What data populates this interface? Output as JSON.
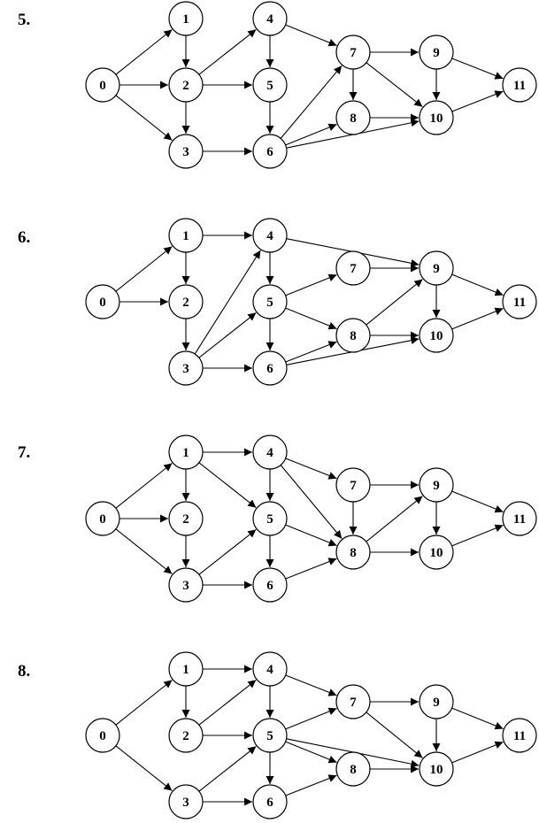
{
  "problems": [
    {
      "label": "5.",
      "nodes": [
        "0",
        "1",
        "2",
        "3",
        "4",
        "5",
        "6",
        "7",
        "8",
        "9",
        "10",
        "11"
      ],
      "edges": [
        [
          0,
          1
        ],
        [
          0,
          2
        ],
        [
          0,
          3
        ],
        [
          1,
          2
        ],
        [
          2,
          3
        ],
        [
          2,
          4
        ],
        [
          2,
          5
        ],
        [
          3,
          6
        ],
        [
          4,
          5
        ],
        [
          4,
          7
        ],
        [
          5,
          6
        ],
        [
          6,
          7
        ],
        [
          6,
          8
        ],
        [
          6,
          10
        ],
        [
          7,
          8
        ],
        [
          7,
          9
        ],
        [
          7,
          10
        ],
        [
          8,
          10
        ],
        [
          9,
          10
        ],
        [
          9,
          11
        ],
        [
          10,
          11
        ]
      ]
    },
    {
      "label": "6.",
      "nodes": [
        "0",
        "1",
        "2",
        "3",
        "4",
        "5",
        "6",
        "7",
        "8",
        "9",
        "10",
        "11"
      ],
      "edges": [
        [
          0,
          1
        ],
        [
          0,
          2
        ],
        [
          1,
          2
        ],
        [
          1,
          4
        ],
        [
          2,
          3
        ],
        [
          3,
          4
        ],
        [
          3,
          5
        ],
        [
          3,
          6
        ],
        [
          4,
          5
        ],
        [
          4,
          9
        ],
        [
          5,
          6
        ],
        [
          5,
          7
        ],
        [
          5,
          8
        ],
        [
          6,
          8
        ],
        [
          6,
          10
        ],
        [
          7,
          9
        ],
        [
          8,
          9
        ],
        [
          8,
          10
        ],
        [
          9,
          10
        ],
        [
          9,
          11
        ],
        [
          10,
          11
        ]
      ]
    },
    {
      "label": "7.",
      "nodes": [
        "0",
        "1",
        "2",
        "3",
        "4",
        "5",
        "6",
        "7",
        "8",
        "9",
        "10",
        "11"
      ],
      "edges": [
        [
          0,
          1
        ],
        [
          0,
          2
        ],
        [
          0,
          3
        ],
        [
          1,
          2
        ],
        [
          1,
          4
        ],
        [
          1,
          5
        ],
        [
          2,
          3
        ],
        [
          3,
          5
        ],
        [
          3,
          6
        ],
        [
          4,
          5
        ],
        [
          4,
          7
        ],
        [
          4,
          8
        ],
        [
          5,
          6
        ],
        [
          5,
          8
        ],
        [
          6,
          8
        ],
        [
          7,
          8
        ],
        [
          7,
          9
        ],
        [
          8,
          9
        ],
        [
          8,
          10
        ],
        [
          9,
          10
        ],
        [
          9,
          11
        ],
        [
          10,
          11
        ]
      ]
    },
    {
      "label": "8.",
      "nodes": [
        "0",
        "1",
        "2",
        "3",
        "4",
        "5",
        "6",
        "7",
        "8",
        "9",
        "10",
        "11"
      ],
      "edges": [
        [
          0,
          1
        ],
        [
          0,
          3
        ],
        [
          1,
          2
        ],
        [
          1,
          4
        ],
        [
          2,
          4
        ],
        [
          2,
          5
        ],
        [
          3,
          5
        ],
        [
          3,
          6
        ],
        [
          4,
          5
        ],
        [
          4,
          7
        ],
        [
          5,
          6
        ],
        [
          5,
          7
        ],
        [
          5,
          8
        ],
        [
          5,
          10
        ],
        [
          6,
          8
        ],
        [
          7,
          9
        ],
        [
          7,
          10
        ],
        [
          8,
          10
        ],
        [
          9,
          10
        ],
        [
          9,
          11
        ],
        [
          10,
          11
        ]
      ]
    }
  ]
}
